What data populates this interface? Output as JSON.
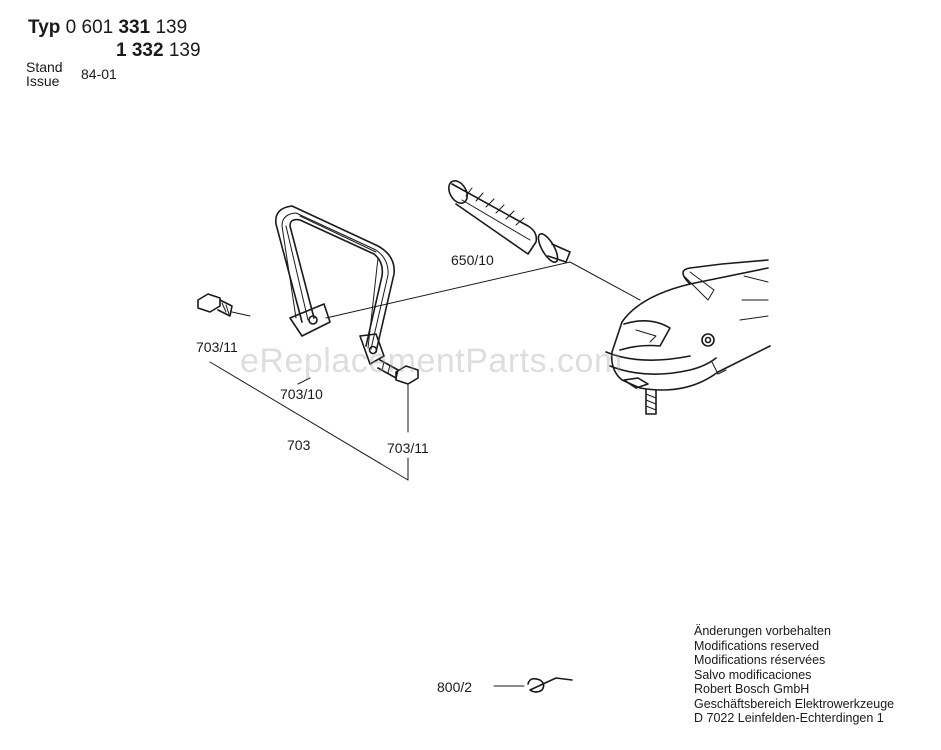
{
  "header": {
    "typ_label": "Typ",
    "typ_prefix": "0 601",
    "typ_bold_1": "331",
    "typ_suffix_1": "139",
    "typ_bold_2": "1 332",
    "typ_suffix_2": "139",
    "stand_label": "Stand",
    "issue_label": "Issue",
    "issue_date": "84-01"
  },
  "parts": {
    "handle": "650/10",
    "bolt_left": "703/11",
    "bracket": "703/10",
    "assembly": "703",
    "bolt_right": "703/11",
    "key": "800/2"
  },
  "watermark": "eReplacementParts.com",
  "notes": {
    "line1": "Änderungen vorbehalten",
    "line2": "Modifications reserved",
    "line3": "Modifications réservées",
    "line4": "Salvo modificaciones",
    "line5": "Robert Bosch GmbH",
    "line6": "Geschäftsbereich Elektrowerkzeuge",
    "line7": "D 7022 Leinfelden-Echterdingen 1"
  }
}
